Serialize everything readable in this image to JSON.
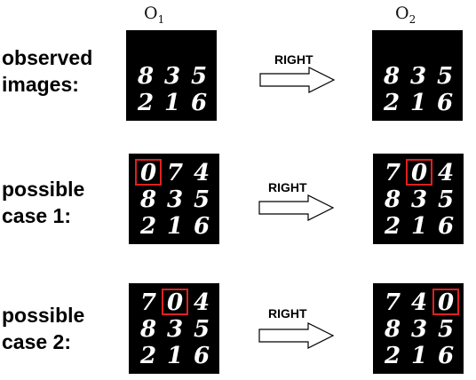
{
  "headers": {
    "left": "O",
    "left_sub": "1",
    "right": "O",
    "right_sub": "2"
  },
  "rows": [
    {
      "label_line1": "observed",
      "label_line2": "images:",
      "action": "RIGHT",
      "left_grid": [
        [
          " ",
          " ",
          " "
        ],
        [
          "8",
          "3",
          "5"
        ],
        [
          "2",
          "1",
          "6"
        ]
      ],
      "right_grid": [
        [
          " ",
          " ",
          " "
        ],
        [
          "8",
          "3",
          "5"
        ],
        [
          "2",
          "1",
          "6"
        ]
      ],
      "left_highlight": null,
      "right_highlight": null
    },
    {
      "label_line1": "possible",
      "label_line2": "case 1:",
      "action": "RIGHT",
      "left_grid": [
        [
          "0",
          "7",
          "4"
        ],
        [
          "8",
          "3",
          "5"
        ],
        [
          "2",
          "1",
          "6"
        ]
      ],
      "right_grid": [
        [
          "7",
          "0",
          "4"
        ],
        [
          "8",
          "3",
          "5"
        ],
        [
          "2",
          "1",
          "6"
        ]
      ],
      "left_highlight": [
        0,
        0
      ],
      "right_highlight": [
        0,
        1
      ]
    },
    {
      "label_line1": "possible",
      "label_line2": "case 2:",
      "action": "RIGHT",
      "left_grid": [
        [
          "7",
          "0",
          "4"
        ],
        [
          "8",
          "3",
          "5"
        ],
        [
          "2",
          "1",
          "6"
        ]
      ],
      "right_grid": [
        [
          "7",
          "4",
          "0"
        ],
        [
          "8",
          "3",
          "5"
        ],
        [
          "2",
          "1",
          "6"
        ]
      ],
      "left_highlight": [
        0,
        1
      ],
      "right_highlight": [
        0,
        2
      ]
    }
  ],
  "colors": {
    "panel_bg": "#000000",
    "digit": "#ffffff",
    "highlight": "#e02020"
  }
}
